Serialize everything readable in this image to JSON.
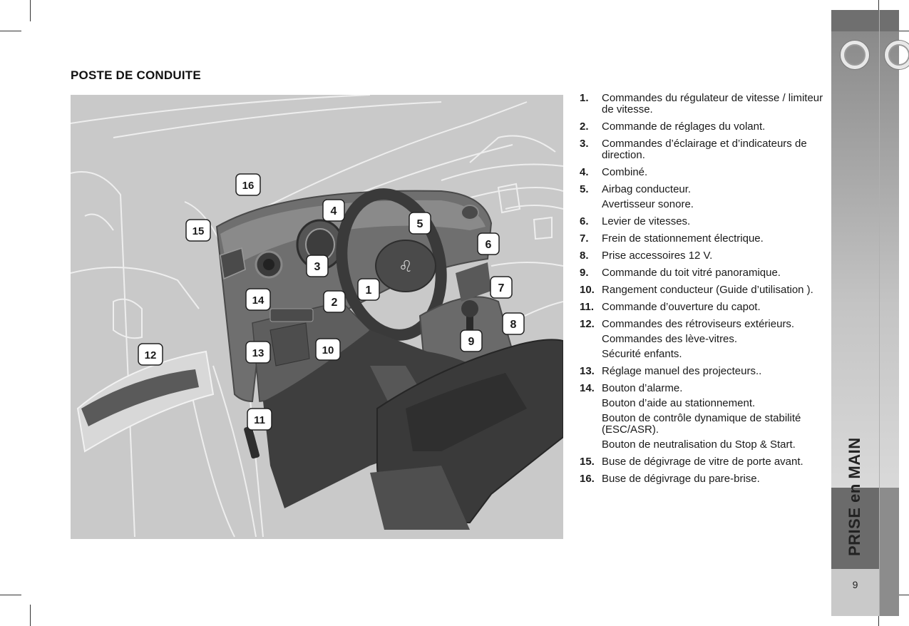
{
  "title": "POSTE DE CONDUITE",
  "callouts": [
    "1",
    "2",
    "3",
    "4",
    "5",
    "6",
    "7",
    "8",
    "9",
    "10",
    "11",
    "12",
    "13",
    "14",
    "15",
    "16"
  ],
  "legend": [
    {
      "num": "1.",
      "lines": [
        "Commandes du régulateur de vitesse / limiteur de vitesse."
      ]
    },
    {
      "num": "2.",
      "lines": [
        "Commande de réglages du volant."
      ]
    },
    {
      "num": "3.",
      "lines": [
        "Commandes d’éclairage et d’indicateurs de direction."
      ]
    },
    {
      "num": "4.",
      "lines": [
        "Combiné."
      ]
    },
    {
      "num": "5.",
      "lines": [
        "Airbag conducteur.",
        "Avertisseur sonore."
      ]
    },
    {
      "num": "6.",
      "lines": [
        "Levier de vitesses."
      ]
    },
    {
      "num": "7.",
      "lines": [
        "Frein de stationnement électrique."
      ]
    },
    {
      "num": "8.",
      "lines": [
        "Prise accessoires 12 V."
      ]
    },
    {
      "num": "9.",
      "lines": [
        "Commande du toit vitré panoramique."
      ]
    },
    {
      "num": "10.",
      "lines": [
        "Rangement conducteur (Guide d’utilisation )."
      ]
    },
    {
      "num": "11.",
      "lines": [
        "Commande d’ouverture du capot."
      ]
    },
    {
      "num": "12.",
      "lines": [
        "Commandes des rétroviseurs extérieurs.",
        "Commandes des lève-vitres.",
        "Sécurité enfants."
      ]
    },
    {
      "num": "13.",
      "lines": [
        "Réglage manuel des projecteurs.."
      ]
    },
    {
      "num": "14.",
      "lines": [
        "Bouton d’alarme.",
        "Bouton d’aide au stationnement.",
        "Bouton de contrôle dynamique de stabilité (ESC/ASR).",
        "Bouton de neutralisation du Stop & Start."
      ]
    },
    {
      "num": "15.",
      "lines": [
        "Buse de dégivrage de vitre de porte avant."
      ]
    },
    {
      "num": "16.",
      "lines": [
        "Buse de dégivrage du pare-brise."
      ]
    }
  ],
  "section_tab": "PRISE en MAIN",
  "page_number": "9"
}
